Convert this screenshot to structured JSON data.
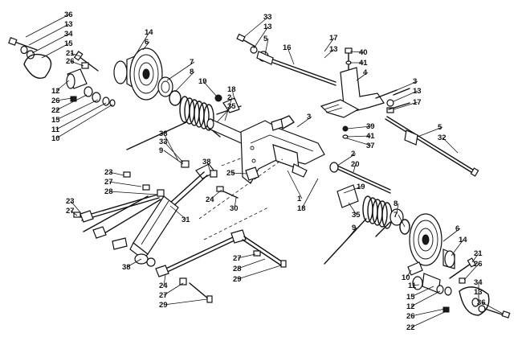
{
  "callouts": [
    "36",
    "13",
    "34",
    "15",
    "21",
    "26",
    "12",
    "26",
    "22",
    "15",
    "11",
    "10",
    "14",
    "6",
    "7",
    "8",
    "19",
    "18",
    "2",
    "35",
    "33",
    "13",
    "5",
    "16",
    "17",
    "13",
    "40",
    "41",
    "4",
    "3",
    "13",
    "17",
    "3",
    "39",
    "41",
    "37",
    "5",
    "32",
    "2",
    "20",
    "38",
    "33",
    "9",
    "38",
    "25",
    "1",
    "18",
    "19",
    "23",
    "27",
    "28",
    "23",
    "27",
    "24",
    "30",
    "31",
    "8",
    "7",
    "35",
    "9",
    "6",
    "14",
    "38",
    "27",
    "28",
    "29",
    "24",
    "27",
    "29",
    "21",
    "26",
    "10",
    "11",
    "15",
    "12",
    "26",
    "22",
    "34",
    "13",
    "36"
  ]
}
